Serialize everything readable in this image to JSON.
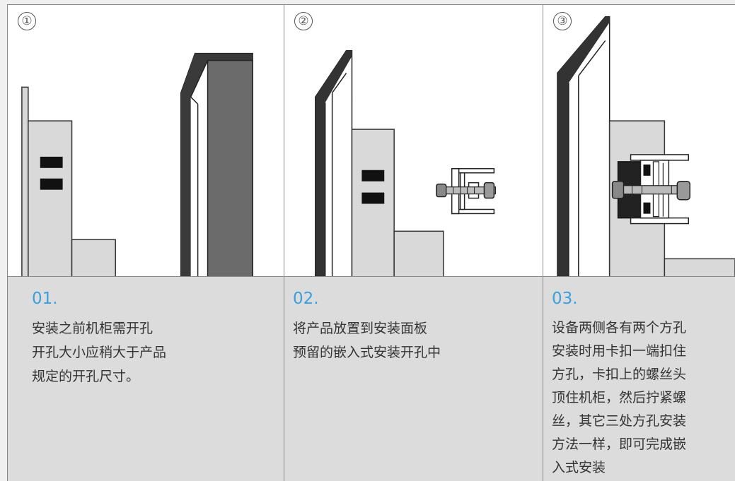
{
  "panels": [
    {
      "circle_number": "①",
      "step": "01.",
      "text": "安装之前机柜需开孔\n开孔大小应稍大于产品\n规定的开孔尺寸。"
    },
    {
      "circle_number": "②",
      "step": "02.",
      "text": "将产品放置到安装面板\n预留的嵌入式安装开孔中"
    },
    {
      "circle_number": "③",
      "step": "03.",
      "text": "设备两侧各有两个方孔\n安装时用卡扣一端扣住\n方孔，卡扣上的螺丝头\n顶住机柜，然后拧紧螺\n丝，其它三处方孔安装\n方法一样，即可完成嵌\n入式安装"
    }
  ],
  "colors": {
    "accent": "#3ba0e0",
    "caption_bg": "#dcdcdc",
    "panel_frame": "#505050",
    "device_body": "#d9d9d9"
  }
}
